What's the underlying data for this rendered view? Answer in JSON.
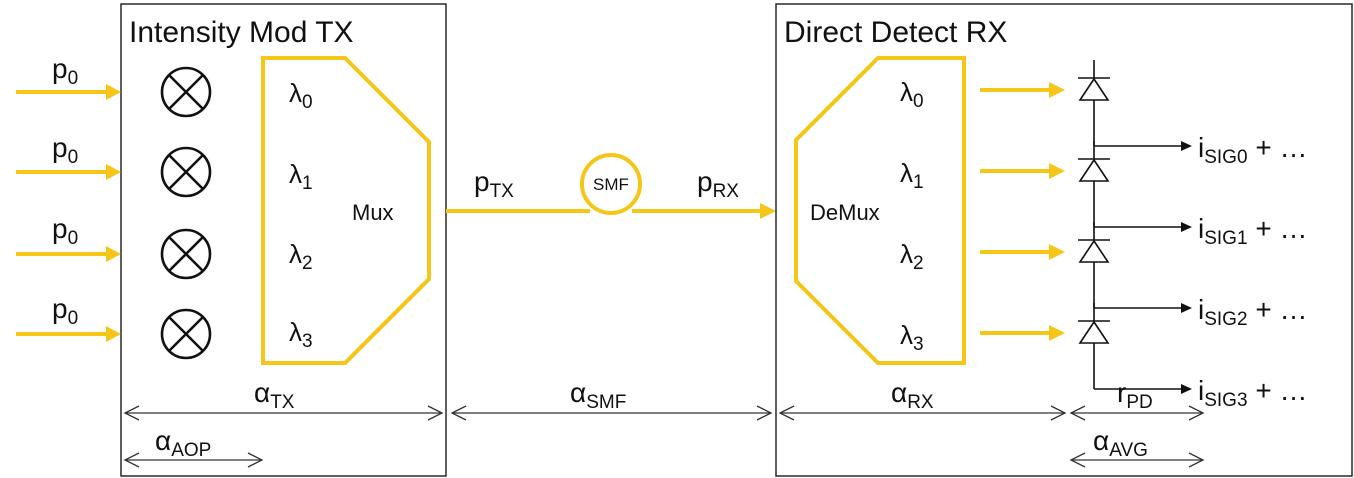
{
  "colors": {
    "optical_path": "#F5C518",
    "line": "#111111",
    "background": "#ffffff"
  },
  "tx": {
    "title": "Intensity Mod TX",
    "inputs": [
      {
        "label": "p",
        "sub": "0"
      },
      {
        "label": "p",
        "sub": "0"
      },
      {
        "label": "p",
        "sub": "0"
      },
      {
        "label": "p",
        "sub": "0"
      }
    ],
    "modulator_icon": "circled-x-icon",
    "wavelengths": [
      {
        "label": "λ",
        "sub": "0"
      },
      {
        "label": "λ",
        "sub": "1"
      },
      {
        "label": "λ",
        "sub": "2"
      },
      {
        "label": "λ",
        "sub": "3"
      }
    ],
    "mux_label": "Mux"
  },
  "link": {
    "p_tx": {
      "label": "p",
      "sub": "TX"
    },
    "smf_label": "SMF",
    "p_rx": {
      "label": "p",
      "sub": "RX"
    }
  },
  "rx": {
    "title": "Direct Detect RX",
    "demux_label": "DeMux",
    "wavelengths": [
      {
        "label": "λ",
        "sub": "0"
      },
      {
        "label": "λ",
        "sub": "1"
      },
      {
        "label": "λ",
        "sub": "2"
      },
      {
        "label": "λ",
        "sub": "3"
      }
    ],
    "photodiode_icon": "photodiode-icon",
    "outputs": [
      {
        "label": "i",
        "sub": "SIG0",
        "suffix": " + …"
      },
      {
        "label": "i",
        "sub": "SIG1",
        "suffix": " + …"
      },
      {
        "label": "i",
        "sub": "SIG2",
        "suffix": " + …"
      },
      {
        "label": "i",
        "sub": "SIG3",
        "suffix": " + …"
      }
    ]
  },
  "dimensions": {
    "alpha_tx": {
      "label": "α",
      "sub": "TX"
    },
    "alpha_aop": {
      "label": "α",
      "sub": "AOP"
    },
    "alpha_smf": {
      "label": "α",
      "sub": "SMF"
    },
    "alpha_rx": {
      "label": "α",
      "sub": "RX"
    },
    "r_pd": {
      "label": "r",
      "sub": "PD"
    },
    "alpha_avg": {
      "label": "α",
      "sub": "AVG"
    }
  }
}
